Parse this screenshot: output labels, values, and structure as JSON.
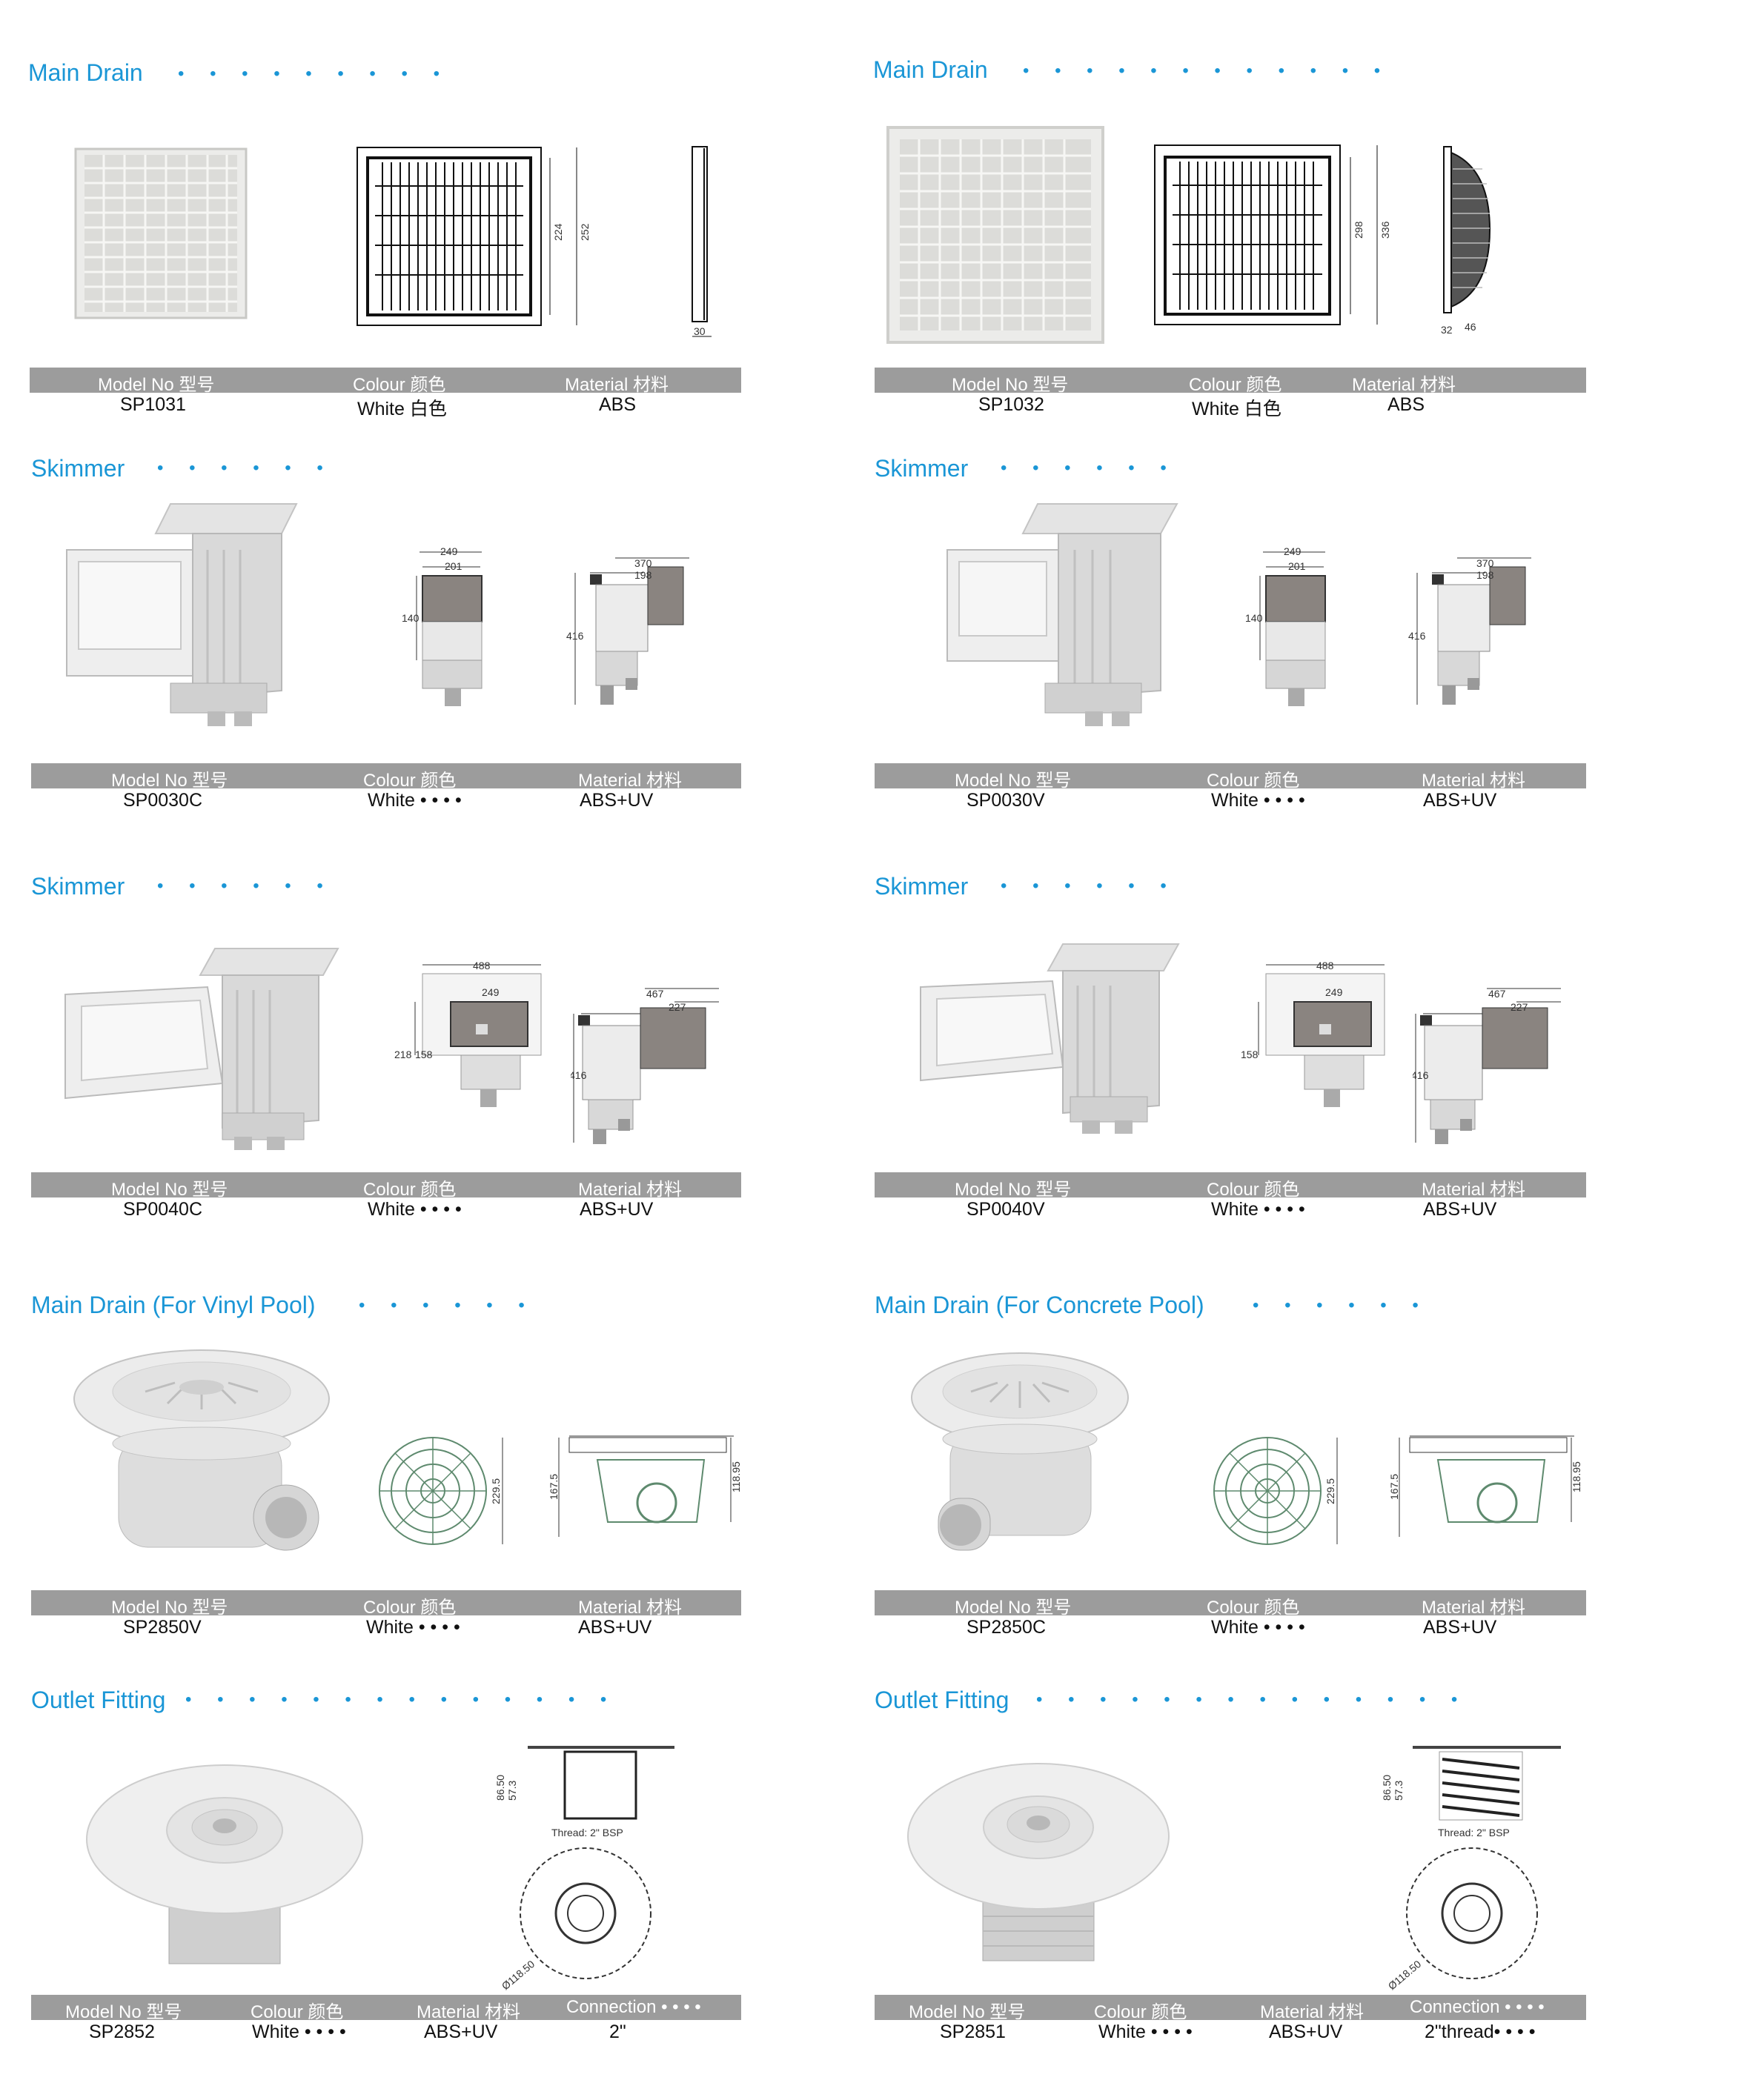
{
  "sections": [
    {
      "title": "Main Drain",
      "dots": "• • • • • • • • •",
      "headers": [
        "Model No 型号",
        "Colour 颜色",
        "Material 材料"
      ],
      "values": [
        "SP1031",
        "White 白色",
        "ABS"
      ],
      "dims": [
        "224",
        "252",
        "30"
      ]
    },
    {
      "title": "Main Drain",
      "dots": "• • • • • • • • • • • •",
      "headers": [
        "Model No 型号",
        "Colour 颜色",
        "Material 材料"
      ],
      "values": [
        "SP1032",
        "White 白色",
        "ABS"
      ],
      "dims": [
        "298",
        "336",
        "32",
        "46"
      ]
    },
    {
      "title": "Skimmer",
      "dots": "• • • • • •",
      "headers": [
        "Model No 型号",
        "Colour 颜色",
        "Material 材料"
      ],
      "values": [
        "SP0030C",
        "White • • • •",
        "ABS+UV"
      ],
      "dims": [
        "249",
        "201",
        "140",
        "370",
        "198",
        "416"
      ]
    },
    {
      "title": "Skimmer",
      "dots": "• • • • • •",
      "headers": [
        "Model No 型号",
        "Colour 颜色",
        "Material 材料"
      ],
      "values": [
        "SP0030V",
        "White • • • •",
        "ABS+UV"
      ],
      "dims": [
        "249",
        "201",
        "140",
        "370",
        "198",
        "416"
      ]
    },
    {
      "title": "Skimmer",
      "dots": "• • • • • •",
      "headers": [
        "Model No 型号",
        "Colour 颜色",
        "Material 材料"
      ],
      "values": [
        "SP0040C",
        "White • • • •",
        "ABS+UV"
      ],
      "dims": [
        "488",
        "249",
        "218",
        "158",
        "467",
        "227",
        "416"
      ]
    },
    {
      "title": "Skimmer",
      "dots": "• • • • • •",
      "headers": [
        "Model No 型号",
        "Colour 颜色",
        "Material 材料"
      ],
      "values": [
        "SP0040V",
        "White • • • •",
        "ABS+UV"
      ],
      "dims": [
        "488",
        "249",
        "158",
        "467",
        "227",
        "416"
      ]
    },
    {
      "title": "Main Drain (For Vinyl Pool)",
      "dots": "• • • • • •",
      "headers": [
        "Model No 型号",
        "Colour 颜色",
        "Material 材料"
      ],
      "values": [
        "SP2850V",
        "White • • • •",
        "ABS+UV"
      ],
      "dims": [
        "229.5",
        "167.5",
        "118.95"
      ]
    },
    {
      "title": "Main Drain (For Concrete Pool)",
      "dots": "• • • • • •",
      "headers": [
        "Model No 型号",
        "Colour 颜色",
        "Material 材料"
      ],
      "values": [
        "SP2850C",
        "White • • • •",
        "ABS+UV"
      ],
      "dims": [
        "229.5",
        "167.5",
        "118.95"
      ]
    },
    {
      "title": "Outlet Fitting",
      "dots": "• • • • • • • • • • • • • •",
      "headers": [
        "Model No 型号",
        "Colour 颜色",
        "Material 材料",
        "Connection • • • •"
      ],
      "values": [
        "SP2852",
        "White • • • •",
        "ABS+UV",
        "2\""
      ],
      "dims": [
        "86.50",
        "57.3",
        "Thread: 2\" BSP",
        "Ø118.50"
      ]
    },
    {
      "title": "Outlet Fitting",
      "dots": "• • • • • • • • • • • • • •",
      "headers": [
        "Model No 型号",
        "Colour 颜色",
        "Material 材料",
        "Connection • • • •"
      ],
      "values": [
        "SP2851",
        "White • • • •",
        "ABS+UV",
        "2\"thread• • • •"
      ],
      "dims": [
        "86.50",
        "57.3",
        "Thread: 2\" BSP",
        "Ø118.50"
      ]
    }
  ]
}
